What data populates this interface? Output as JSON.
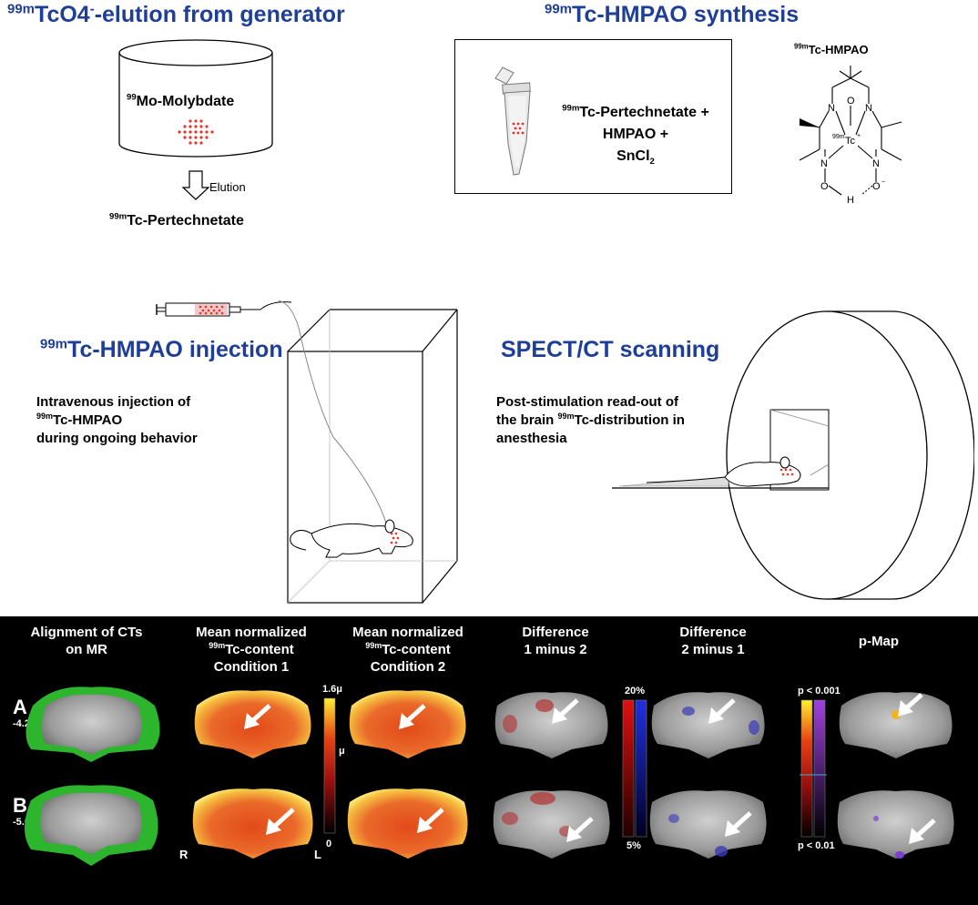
{
  "top": {
    "elution": {
      "title_sup": "99m",
      "title_main": "TcO4",
      "title_sup2": "-",
      "title_rest": "-elution from generator",
      "generator_sup": "99",
      "generator_label": "Mo-Molybdate",
      "arrow_label": "Elution",
      "product_sup": "99m",
      "product_label": "Tc-Pertechnetate"
    },
    "synthesis": {
      "title_sup": "99m",
      "title_rest": "Tc-HMPAO synthesis",
      "line1_sup": "99m",
      "line1": "Tc-Pertechnetate +",
      "line2": "HMPAO +",
      "line3_main": "SnCl",
      "line3_sub": "2",
      "structure_title_sup": "99m",
      "structure_title": "Tc-HMPAO",
      "atom_N": "N",
      "atom_O": "O",
      "atom_H": "H",
      "atom_Tc_sup": "99m",
      "atom_Tc": "Tc",
      "atom_charge_plus": "+",
      "atom_charge_minus": "−"
    }
  },
  "middle": {
    "injection": {
      "title_sup": "99m",
      "title_rest": "Tc-HMPAO injection",
      "desc1": "Intravenous injection of",
      "desc2_sup": "99m",
      "desc2": "Tc-HMPAO",
      "desc3": "during ongoing behavior"
    },
    "scanning": {
      "title": "SPECT/CT scanning",
      "desc1": "Post-stimulation read-out of",
      "desc2_pre": "the brain ",
      "desc2_sup": "99m",
      "desc2_post": "Tc-distribution in",
      "desc3": "anesthesia"
    }
  },
  "bottom": {
    "headers": {
      "col1_l1": "Alignment of CTs",
      "col1_l2": "on MR",
      "col2_l1": "Mean normalized",
      "col2_sup": "99m",
      "col2_l2": "Tc-content",
      "col2_l3": "Condition 1",
      "col3_l1": "Mean normalized",
      "col3_sup": "99m",
      "col3_l2": "Tc-content",
      "col3_l3": "Condition 2",
      "col4_l1": "Difference",
      "col4_l2": "1 minus 2",
      "col5_l1": "Difference",
      "col5_l2": "2 minus 1",
      "col6_l1": "p-Map"
    },
    "rows": {
      "a_label": "A",
      "a_coord": "-4.2",
      "b_label": "B",
      "b_coord": "-5.6"
    },
    "scales": {
      "content_max": "1.6μ",
      "content_mid": "μ",
      "content_min": "0",
      "diff_max": "20%",
      "diff_min": "5%",
      "p_max": "p < 0.001",
      "p_min": "p < 0.01"
    },
    "orientation": {
      "right": "R",
      "left": "L"
    }
  },
  "colors": {
    "title_blue": "#1f3f97",
    "dot_red": "#e8332a",
    "overlay_green": "#2db52d"
  }
}
